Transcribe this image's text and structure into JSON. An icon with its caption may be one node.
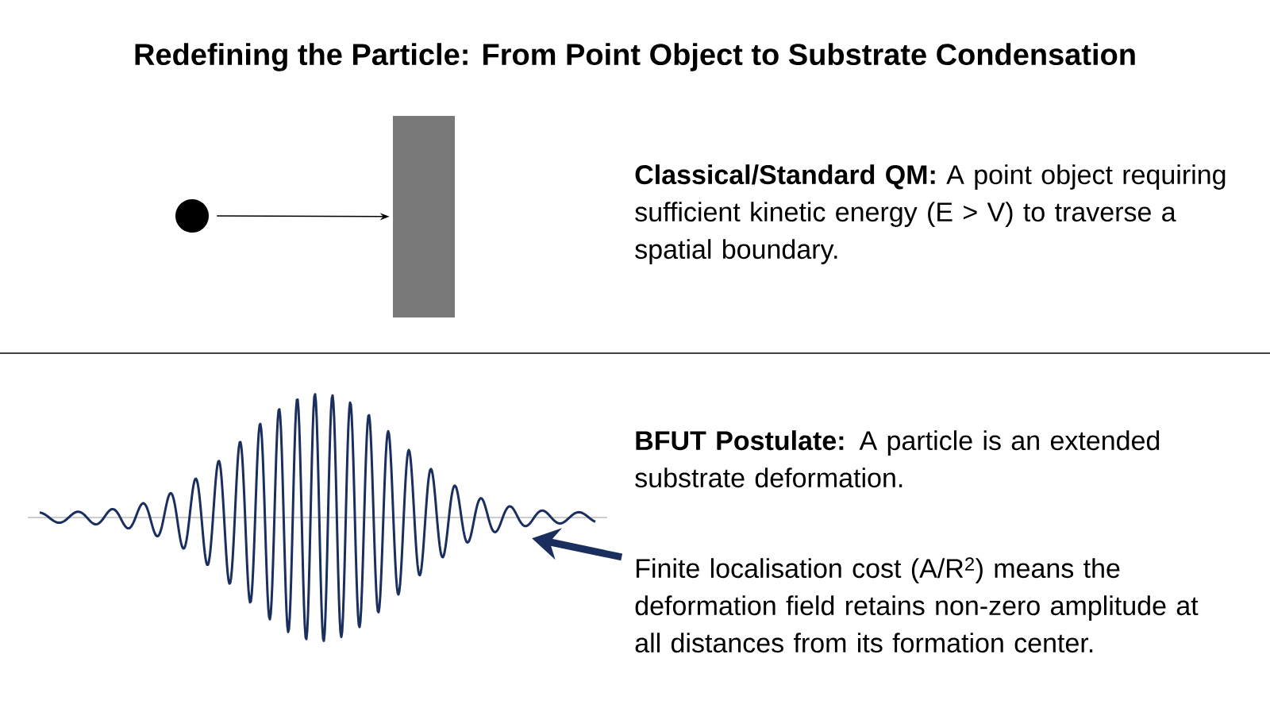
{
  "diagram": {
    "title": "Redefining the Particle: From Point Object to Substrate Condensation",
    "nodes": [
      {
        "text": [],
        "shape": "circle"
      },
      {
        "text": [],
        "shape": "bar"
      },
      {
        "text": [],
        "shape": "wave"
      },
      {
        "text": [
          "Finite localisation cost (A/R$^{2}$) means the deformation field retains non-zero amplitude at all distances from its formation center."
        ]
      }
    ],
    "edges": [
      {
        "from": 0,
        "to": 1,
        "arrow": "to"
      },
      {
        "from": 3,
        "to": 2,
        "arrow": "to",
        "style": "thick",
        "color": "#1b2f5e"
      }
    ],
    "labels": [
      "**Classical/Standard QM:** A point object requiring sufficient kinetic energy (E > V) to traverse a spatial boundary.",
      "**BFUT Postulate:** A particle is an extended substrate deformation."
    ]
  }
}
